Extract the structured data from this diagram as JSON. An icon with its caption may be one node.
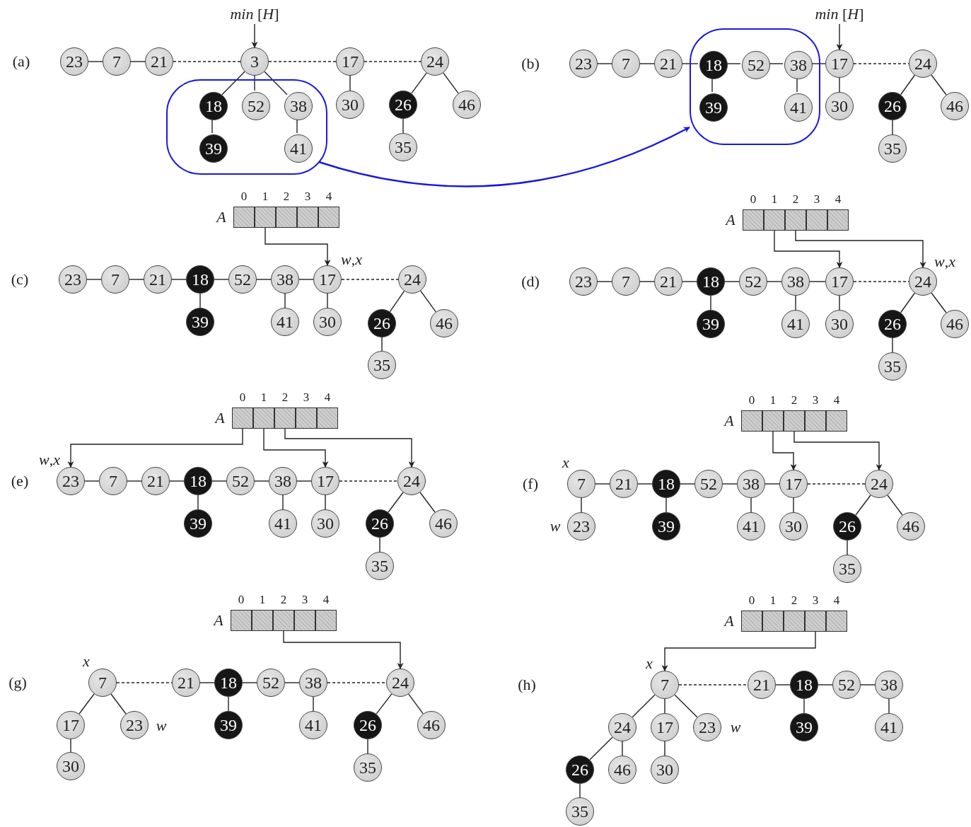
{
  "diagram": {
    "nodes": [
      {
        "text": [
          "*min* [*H*]"
        ]
      },
      {
        "text": [
          "23"
        ]
      },
      {
        "text": [
          "7"
        ]
      },
      {
        "text": [
          "21"
        ]
      },
      {
        "text": [
          "3"
        ]
      },
      {
        "text": [
          "17"
        ]
      },
      {
        "text": [
          "24"
        ]
      },
      {
        "text": [],
        "shape": "loop"
      },
      {
        "text": [
          "18"
        ],
        "in": 7
      },
      {
        "text": [
          "52"
        ],
        "in": 7
      },
      {
        "text": [
          "38"
        ],
        "in": 7
      },
      {
        "text": [
          "39"
        ],
        "in": 7
      },
      {
        "text": [
          "41"
        ],
        "in": 7
      },
      {
        "text": [
          "30"
        ]
      },
      {
        "text": [
          "26"
        ]
      },
      {
        "text": [
          "46"
        ]
      },
      {
        "text": [
          "35"
        ]
      },
      {
        "text": [
          "*min* [*H*]"
        ]
      },
      {
        "text": [
          "23"
        ]
      },
      {
        "text": [
          "7"
        ]
      },
      {
        "text": [
          "21"
        ]
      },
      {
        "text": [],
        "shape": "loop"
      },
      {
        "text": [
          "18"
        ],
        "in": 21
      },
      {
        "text": [
          "52"
        ],
        "in": 21
      },
      {
        "text": [
          "38"
        ],
        "in": 21
      },
      {
        "text": [
          "17"
        ]
      },
      {
        "text": [
          "24"
        ]
      },
      {
        "text": [
          "39"
        ],
        "in": 21
      },
      {
        "text": [
          "41"
        ],
        "in": 21
      },
      {
        "text": [
          "30"
        ]
      },
      {
        "text": [
          "26"
        ]
      },
      {
        "text": [
          "46"
        ]
      },
      {
        "text": [
          "35"
        ]
      },
      {
        "text": [],
        "shape": "box"
      },
      {
        "text": [],
        "shape": "box"
      },
      {
        "text": [],
        "shape": "box"
      },
      {
        "text": [],
        "shape": "box"
      },
      {
        "text": [],
        "shape": "box"
      },
      {
        "text": [
          "23"
        ]
      },
      {
        "text": [
          "7"
        ]
      },
      {
        "text": [
          "21"
        ]
      },
      {
        "text": [
          "18"
        ]
      },
      {
        "text": [
          "52"
        ]
      },
      {
        "text": [
          "38"
        ]
      },
      {
        "text": [
          "17"
        ],
        "beside": [
          "*w*,*x*"
        ]
      },
      {
        "text": [
          "24"
        ]
      },
      {
        "text": [
          "39"
        ]
      },
      {
        "text": [
          "41"
        ]
      },
      {
        "text": [
          "30"
        ]
      },
      {
        "text": [
          "26"
        ]
      },
      {
        "text": [
          "46"
        ]
      },
      {
        "text": [
          "35"
        ]
      },
      {
        "text": [],
        "shape": "box"
      },
      {
        "text": [],
        "shape": "box"
      },
      {
        "text": [],
        "shape": "box"
      },
      {
        "text": [],
        "shape": "box"
      },
      {
        "text": [],
        "shape": "box"
      },
      {
        "text": [
          "23"
        ]
      },
      {
        "text": [
          "7"
        ]
      },
      {
        "text": [
          "21"
        ]
      },
      {
        "text": [
          "18"
        ]
      },
      {
        "text": [
          "52"
        ]
      },
      {
        "text": [
          "38"
        ]
      },
      {
        "text": [
          "17"
        ]
      },
      {
        "text": [
          "24"
        ],
        "beside": [
          "*w*,*x*"
        ]
      },
      {
        "text": [
          "39"
        ]
      },
      {
        "text": [
          "41"
        ]
      },
      {
        "text": [
          "30"
        ]
      },
      {
        "text": [
          "26"
        ]
      },
      {
        "text": [
          "46"
        ]
      },
      {
        "text": [
          "35"
        ]
      },
      {
        "text": [],
        "shape": "box"
      },
      {
        "text": [],
        "shape": "box"
      },
      {
        "text": [],
        "shape": "box"
      },
      {
        "text": [],
        "shape": "box"
      },
      {
        "text": [],
        "shape": "box"
      },
      {
        "text": [
          "23"
        ],
        "beside": [
          "*w*,*x*"
        ]
      },
      {
        "text": [
          "7"
        ]
      },
      {
        "text": [
          "21"
        ]
      },
      {
        "text": [
          "18"
        ]
      },
      {
        "text": [
          "52"
        ]
      },
      {
        "text": [
          "38"
        ]
      },
      {
        "text": [
          "17"
        ]
      },
      {
        "text": [
          "24"
        ]
      },
      {
        "text": [
          "39"
        ]
      },
      {
        "text": [
          "41"
        ]
      },
      {
        "text": [
          "30"
        ]
      },
      {
        "text": [
          "26"
        ]
      },
      {
        "text": [
          "46"
        ]
      },
      {
        "text": [
          "35"
        ]
      },
      {
        "text": [],
        "shape": "box"
      },
      {
        "text": [],
        "shape": "box"
      },
      {
        "text": [],
        "shape": "box"
      },
      {
        "text": [],
        "shape": "box"
      },
      {
        "text": [],
        "shape": "box"
      },
      {
        "text": [
          "7"
        ],
        "beside": [
          "*x*"
        ]
      },
      {
        "text": [
          "21"
        ]
      },
      {
        "text": [
          "18"
        ]
      },
      {
        "text": [
          "52"
        ]
      },
      {
        "text": [
          "38"
        ]
      },
      {
        "text": [
          "17"
        ]
      },
      {
        "text": [
          "24"
        ]
      },
      {
        "text": [
          "23"
        ],
        "beside": [
          "*w*"
        ]
      },
      {
        "text": [
          "39"
        ]
      },
      {
        "text": [
          "41"
        ]
      },
      {
        "text": [
          "30"
        ]
      },
      {
        "text": [
          "26"
        ]
      },
      {
        "text": [
          "46"
        ]
      },
      {
        "text": [
          "35"
        ]
      },
      {
        "text": [],
        "shape": "box"
      },
      {
        "text": [],
        "shape": "box"
      },
      {
        "text": [],
        "shape": "box"
      },
      {
        "text": [],
        "shape": "box"
      },
      {
        "text": [],
        "shape": "box"
      },
      {
        "text": [
          "7"
        ],
        "beside": [
          "*x*"
        ]
      },
      {
        "text": [
          "21"
        ]
      },
      {
        "text": [
          "18"
        ]
      },
      {
        "text": [
          "52"
        ]
      },
      {
        "text": [
          "38"
        ]
      },
      {
        "text": [
          "24"
        ]
      },
      {
        "text": [
          "17"
        ]
      },
      {
        "text": [
          "23"
        ],
        "beside": [
          "*w*"
        ]
      },
      {
        "text": [
          "39"
        ]
      },
      {
        "text": [
          "41"
        ]
      },
      {
        "text": [
          "26"
        ]
      },
      {
        "text": [
          "46"
        ]
      },
      {
        "text": [
          "30"
        ]
      },
      {
        "text": [
          "35"
        ]
      },
      {
        "text": [],
        "shape": "box"
      },
      {
        "text": [],
        "shape": "box"
      },
      {
        "text": [],
        "shape": "box"
      },
      {
        "text": [],
        "shape": "box"
      },
      {
        "text": [],
        "shape": "box"
      },
      {
        "text": [
          "7"
        ],
        "beside": [
          "*x*"
        ]
      },
      {
        "text": [
          "21"
        ]
      },
      {
        "text": [
          "18"
        ]
      },
      {
        "text": [
          "52"
        ]
      },
      {
        "text": [
          "38"
        ]
      },
      {
        "text": [
          "24"
        ]
      },
      {
        "text": [
          "17"
        ]
      },
      {
        "text": [
          "23"
        ],
        "beside": [
          "*w*"
        ]
      },
      {
        "text": [
          "39"
        ]
      },
      {
        "text": [
          "41"
        ]
      },
      {
        "text": [
          "26"
        ]
      },
      {
        "text": [
          "46"
        ]
      },
      {
        "text": [
          "30"
        ]
      },
      {
        "text": [
          "35"
        ]
      }
    ],
    "edges": [
      {
        "from": 0,
        "to": 4,
        "arrow": "to"
      },
      {
        "from": 1,
        "to": 2,
        "arrow": "none"
      },
      {
        "from": 2,
        "to": 3,
        "arrow": "none"
      },
      {
        "from": 3,
        "to": 4,
        "arrow": "none",
        "style": "dashed"
      },
      {
        "from": 4,
        "to": 5,
        "arrow": "none",
        "style": "dashed"
      },
      {
        "from": 5,
        "to": 6,
        "arrow": "none",
        "style": "dashed"
      },
      {
        "from": 4,
        "to": 8,
        "arrow": "none"
      },
      {
        "from": 4,
        "to": 9,
        "arrow": "none"
      },
      {
        "from": 4,
        "to": 10,
        "arrow": "none"
      },
      {
        "from": 8,
        "to": 11,
        "arrow": "none"
      },
      {
        "from": 10,
        "to": 12,
        "arrow": "none"
      },
      {
        "from": 5,
        "to": 13,
        "arrow": "none"
      },
      {
        "from": 6,
        "to": 14,
        "arrow": "none"
      },
      {
        "from": 6,
        "to": 15,
        "arrow": "none"
      },
      {
        "from": 14,
        "to": 16,
        "arrow": "none"
      },
      {
        "from": 17,
        "to": 25,
        "arrow": "to"
      },
      {
        "from": 18,
        "to": 19,
        "arrow": "none"
      },
      {
        "from": 19,
        "to": 20,
        "arrow": "none"
      },
      {
        "from": 20,
        "to": 22,
        "arrow": "none"
      },
      {
        "from": 22,
        "to": 23,
        "arrow": "none"
      },
      {
        "from": 23,
        "to": 24,
        "arrow": "none"
      },
      {
        "from": 24,
        "to": 25,
        "arrow": "none"
      },
      {
        "from": 25,
        "to": 26,
        "arrow": "none",
        "style": "dashed"
      },
      {
        "from": 22,
        "to": 27,
        "arrow": "none"
      },
      {
        "from": 24,
        "to": 28,
        "arrow": "none"
      },
      {
        "from": 25,
        "to": 29,
        "arrow": "none"
      },
      {
        "from": 26,
        "to": 30,
        "arrow": "none"
      },
      {
        "from": 26,
        "to": 31,
        "arrow": "none"
      },
      {
        "from": 30,
        "to": 32,
        "arrow": "none"
      },
      {
        "from": 7,
        "to": 21,
        "arrow": "to",
        "color": "#1a1adc"
      },
      {
        "from": 34,
        "to": 44,
        "arrow": "to"
      },
      {
        "from": 38,
        "to": 39,
        "arrow": "none"
      },
      {
        "from": 39,
        "to": 40,
        "arrow": "none"
      },
      {
        "from": 40,
        "to": 41,
        "arrow": "none"
      },
      {
        "from": 41,
        "to": 42,
        "arrow": "none"
      },
      {
        "from": 42,
        "to": 43,
        "arrow": "none"
      },
      {
        "from": 43,
        "to": 44,
        "arrow": "none"
      },
      {
        "from": 44,
        "to": 45,
        "arrow": "none",
        "style": "dashed"
      },
      {
        "from": 41,
        "to": 46,
        "arrow": "none"
      },
      {
        "from": 43,
        "to": 47,
        "arrow": "none"
      },
      {
        "from": 44,
        "to": 48,
        "arrow": "none"
      },
      {
        "from": 45,
        "to": 49,
        "arrow": "none"
      },
      {
        "from": 45,
        "to": 50,
        "arrow": "none"
      },
      {
        "from": 49,
        "to": 51,
        "arrow": "none"
      },
      {
        "from": 53,
        "to": 63,
        "arrow": "to"
      },
      {
        "from": 54,
        "to": 64,
        "arrow": "to"
      },
      {
        "from": 57,
        "to": 58,
        "arrow": "none"
      },
      {
        "from": 58,
        "to": 59,
        "arrow": "none"
      },
      {
        "from": 59,
        "to": 60,
        "arrow": "none"
      },
      {
        "from": 60,
        "to": 61,
        "arrow": "none"
      },
      {
        "from": 61,
        "to": 62,
        "arrow": "none"
      },
      {
        "from": 62,
        "to": 63,
        "arrow": "none"
      },
      {
        "from": 63,
        "to": 64,
        "arrow": "none",
        "style": "dashed"
      },
      {
        "from": 60,
        "to": 65,
        "arrow": "none"
      },
      {
        "from": 62,
        "to": 66,
        "arrow": "none"
      },
      {
        "from": 63,
        "to": 67,
        "arrow": "none"
      },
      {
        "from": 64,
        "to": 68,
        "arrow": "none"
      },
      {
        "from": 64,
        "to": 69,
        "arrow": "none"
      },
      {
        "from": 68,
        "to": 70,
        "arrow": "none"
      },
      {
        "from": 71,
        "to": 76,
        "arrow": "to"
      },
      {
        "from": 72,
        "to": 82,
        "arrow": "to"
      },
      {
        "from": 73,
        "to": 83,
        "arrow": "to"
      },
      {
        "from": 76,
        "to": 77,
        "arrow": "none"
      },
      {
        "from": 77,
        "to": 78,
        "arrow": "none"
      },
      {
        "from": 78,
        "to": 79,
        "arrow": "none"
      },
      {
        "from": 79,
        "to": 80,
        "arrow": "none"
      },
      {
        "from": 80,
        "to": 81,
        "arrow": "none"
      },
      {
        "from": 81,
        "to": 82,
        "arrow": "none"
      },
      {
        "from": 82,
        "to": 83,
        "arrow": "none",
        "style": "dashed"
      },
      {
        "from": 79,
        "to": 84,
        "arrow": "none"
      },
      {
        "from": 81,
        "to": 85,
        "arrow": "none"
      },
      {
        "from": 82,
        "to": 86,
        "arrow": "none"
      },
      {
        "from": 83,
        "to": 87,
        "arrow": "none"
      },
      {
        "from": 83,
        "to": 88,
        "arrow": "none"
      },
      {
        "from": 87,
        "to": 89,
        "arrow": "none"
      },
      {
        "from": 91,
        "to": 100,
        "arrow": "to"
      },
      {
        "from": 92,
        "to": 101,
        "arrow": "to"
      },
      {
        "from": 95,
        "to": 96,
        "arrow": "none"
      },
      {
        "from": 96,
        "to": 97,
        "arrow": "none"
      },
      {
        "from": 97,
        "to": 98,
        "arrow": "none"
      },
      {
        "from": 98,
        "to": 99,
        "arrow": "none"
      },
      {
        "from": 99,
        "to": 100,
        "arrow": "none"
      },
      {
        "from": 100,
        "to": 101,
        "arrow": "none",
        "style": "dashed"
      },
      {
        "from": 95,
        "to": 102,
        "arrow": "none"
      },
      {
        "from": 97,
        "to": 103,
        "arrow": "none"
      },
      {
        "from": 99,
        "to": 104,
        "arrow": "none"
      },
      {
        "from": 100,
        "to": 105,
        "arrow": "none"
      },
      {
        "from": 101,
        "to": 106,
        "arrow": "none"
      },
      {
        "from": 101,
        "to": 107,
        "arrow": "none"
      },
      {
        "from": 106,
        "to": 108,
        "arrow": "none"
      },
      {
        "from": 111,
        "to": 119,
        "arrow": "to"
      },
      {
        "from": 114,
        "to": 115,
        "arrow": "none",
        "style": "dashed"
      },
      {
        "from": 115,
        "to": 116,
        "arrow": "none"
      },
      {
        "from": 116,
        "to": 117,
        "arrow": "none"
      },
      {
        "from": 117,
        "to": 118,
        "arrow": "none"
      },
      {
        "from": 118,
        "to": 119,
        "arrow": "none",
        "style": "dashed"
      },
      {
        "from": 114,
        "to": 120,
        "arrow": "none"
      },
      {
        "from": 114,
        "to": 121,
        "arrow": "none"
      },
      {
        "from": 116,
        "to": 122,
        "arrow": "none"
      },
      {
        "from": 118,
        "to": 123,
        "arrow": "none"
      },
      {
        "from": 119,
        "to": 124,
        "arrow": "none"
      },
      {
        "from": 119,
        "to": 125,
        "arrow": "none"
      },
      {
        "from": 120,
        "to": 126,
        "arrow": "none"
      },
      {
        "from": 124,
        "to": 127,
        "arrow": "none"
      },
      {
        "from": 131,
        "to": 133,
        "arrow": "to"
      },
      {
        "from": 133,
        "to": 134,
        "arrow": "none",
        "style": "dashed"
      },
      {
        "from": 134,
        "to": 135,
        "arrow": "none"
      },
      {
        "from": 135,
        "to": 136,
        "arrow": "none"
      },
      {
        "from": 136,
        "to": 137,
        "arrow": "none"
      },
      {
        "from": 133,
        "to": 138,
        "arrow": "none"
      },
      {
        "from": 133,
        "to": 139,
        "arrow": "none"
      },
      {
        "from": 133,
        "to": 140,
        "arrow": "none"
      },
      {
        "from": 135,
        "to": 141,
        "arrow": "none"
      },
      {
        "from": 137,
        "to": 142,
        "arrow": "none"
      },
      {
        "from": 138,
        "to": 143,
        "arrow": "none"
      },
      {
        "from": 138,
        "to": 144,
        "arrow": "none"
      },
      {
        "from": 139,
        "to": 145,
        "arrow": "none"
      },
      {
        "from": 143,
        "to": 146,
        "arrow": "none"
      }
    ],
    "labels": [
      "(a)",
      "(b)",
      "0",
      "1",
      "2",
      "3",
      "4",
      "A",
      "(c)",
      "0",
      "1",
      "2",
      "3",
      "4",
      "A",
      "(d)",
      "0",
      "1",
      "2",
      "3",
      "4",
      "A",
      "(e)",
      "0",
      "1",
      "2",
      "3",
      "4",
      "A",
      "(f)",
      "0",
      "1",
      "2",
      "3",
      "4",
      "A",
      "(g)",
      "0",
      "1",
      "2",
      "3",
      "4",
      "A",
      "(h)"
    ]
  }
}
